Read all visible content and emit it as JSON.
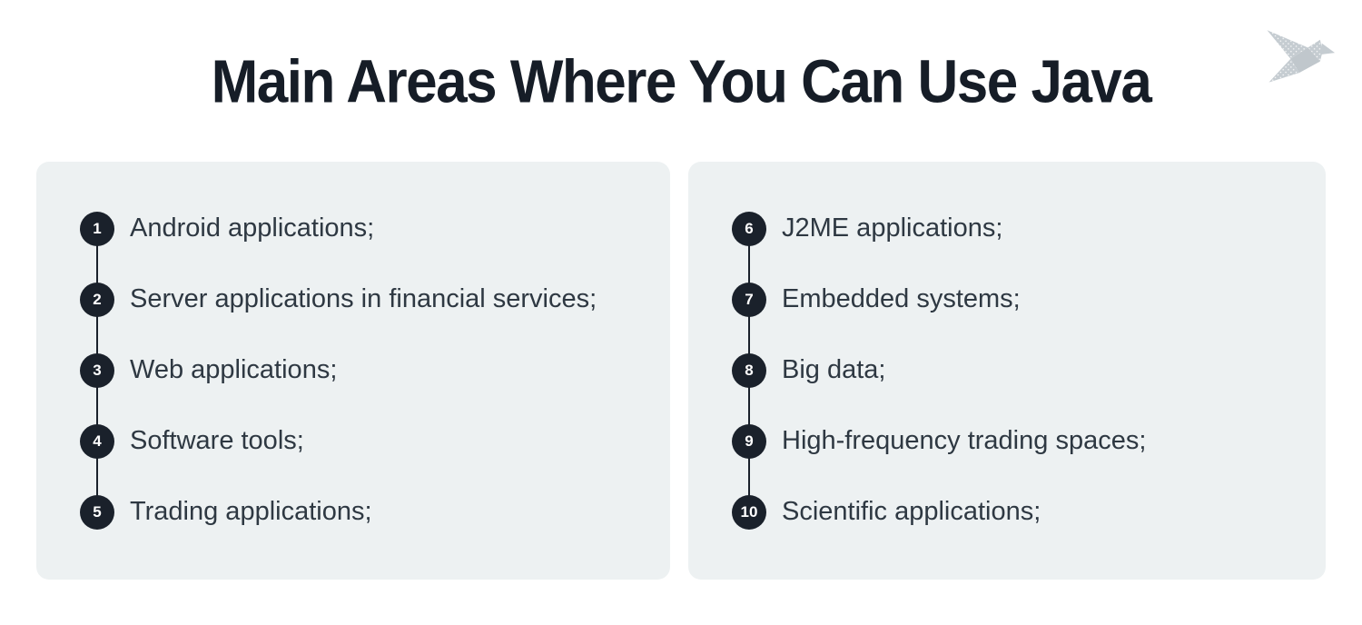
{
  "page": {
    "title": "Main Areas Where You Can Use Java"
  },
  "logo": {
    "icon": "origami-bird-icon",
    "color": "#c5ccd1"
  },
  "colors": {
    "page_bg": "#ffffff",
    "panel_bg": "#edf1f2",
    "title_text": "#161d27",
    "badge_bg": "#1a212b",
    "badge_text": "#ffffff",
    "item_text": "#2e3842",
    "connector_line": "#1a212b"
  },
  "panels": [
    {
      "items": [
        {
          "number": "1",
          "label": "Android applications;"
        },
        {
          "number": "2",
          "label": "Server applications in financial services;"
        },
        {
          "number": "3",
          "label": "Web applications;"
        },
        {
          "number": "4",
          "label": "Software tools;"
        },
        {
          "number": "5",
          "label": "Trading applications;"
        }
      ]
    },
    {
      "items": [
        {
          "number": "6",
          "label": "J2ME applications;"
        },
        {
          "number": "7",
          "label": "Embedded systems;"
        },
        {
          "number": "8",
          "label": "Big data;"
        },
        {
          "number": "9",
          "label": "High-frequency trading spaces;"
        },
        {
          "number": "10",
          "label": "Scientific applications;"
        }
      ]
    }
  ]
}
